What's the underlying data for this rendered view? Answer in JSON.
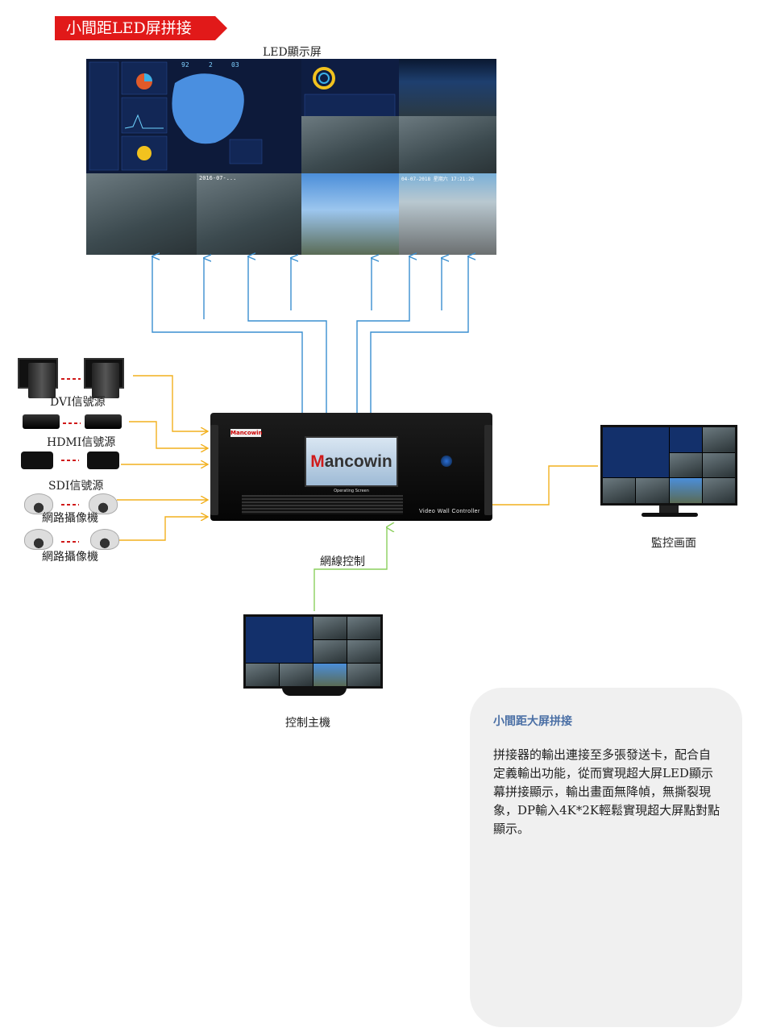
{
  "title": "小間距LED屏拼接",
  "led_label": "LED顯示屏",
  "wall": {
    "dash_numbers": [
      "92",
      "2",
      "03"
    ],
    "cam_timestamp_1": "2016-07-...",
    "cam_timestamp_2": "04-07-2018 星期六 17:21:26"
  },
  "sources": [
    {
      "label": "DVI信號源",
      "icon": "desktop-computer-icon"
    },
    {
      "label": "HDMI信號源",
      "icon": "set-top-box-icon"
    },
    {
      "label": "SDI信號源",
      "icon": "camcorder-icon"
    },
    {
      "label": "網路攝像機",
      "icon": "dome-camera-icon"
    },
    {
      "label": "網路攝像機",
      "icon": "dome-camera-icon"
    }
  ],
  "controller": {
    "brand_small": "Mancowin",
    "brand_screen_m": "M",
    "brand_screen_rest": "ancowin",
    "screen_caption": "Operating Screen",
    "model_text": "Video  Wall  Controller"
  },
  "network_label": "網線控制",
  "monitor_label": "監控画面",
  "host_label": "控制主機",
  "description": {
    "title": "小間距大屏拼接",
    "body": "拼接器的輸出連接至多張發送卡，配合自定義輸出功能，從而實現超大屏LED顯示幕拼接顯示，輸出畫面無降幀，無撕裂現象，DP輸入4K*2K輕鬆實現超大屏點對點顯示。"
  },
  "colors": {
    "banner": "#e11919",
    "output_lines": "#3a8fd0",
    "input_lines": "#f2b01e",
    "network_line": "#8ccf5e",
    "dash_line": "#d01a1a",
    "card_bg": "#f0f0f0",
    "card_title": "#4a6fa5"
  }
}
